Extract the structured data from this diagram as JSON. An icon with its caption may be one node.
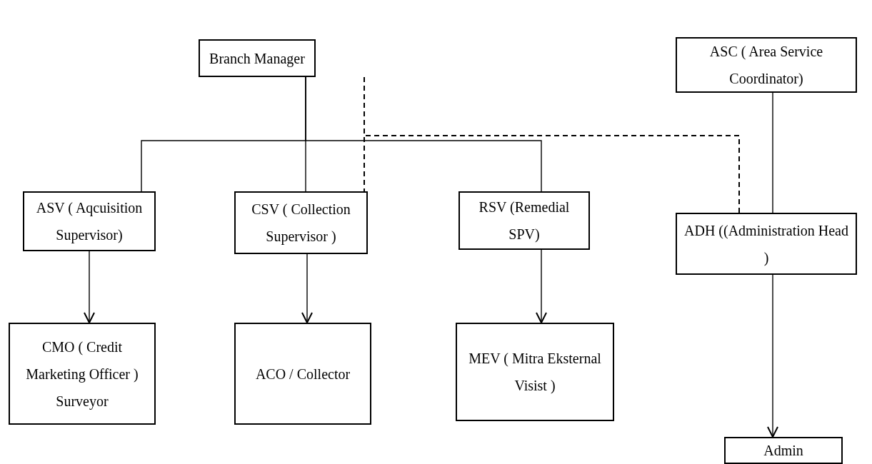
{
  "diagram": {
    "nodes": [
      {
        "text": [
          "Branch Manager"
        ]
      },
      {
        "text": [
          "ASC ( Area Service Coordinator)"
        ]
      },
      {
        "text": [
          "ASV ( Aqcuisition Supervisor)"
        ]
      },
      {
        "text": [
          "CSV ( Collection Supervisor )"
        ]
      },
      {
        "text": [
          "RSV (Remedial SPV)"
        ]
      },
      {
        "text": [
          "ADH ((Administration Head )"
        ]
      },
      {
        "text": [
          "CMO ( Credit Marketing Officer ) Surveyor"
        ]
      },
      {
        "text": [
          "ACO / Collector"
        ]
      },
      {
        "text": [
          "MEV ( Mitra Eksternal Visist )"
        ]
      },
      {
        "text": [
          "Admin"
        ]
      }
    ],
    "edges": [
      {
        "from": 0,
        "to": 2,
        "arrow": "none"
      },
      {
        "from": 0,
        "to": 3,
        "arrow": "none"
      },
      {
        "from": 0,
        "to": 4,
        "arrow": "none"
      },
      {
        "from": 0,
        "to": 3,
        "arrow": "none",
        "style": "dashed"
      },
      {
        "from": 0,
        "to": 5,
        "arrow": "none",
        "style": "dashed"
      },
      {
        "from": 1,
        "to": 5,
        "arrow": "none"
      },
      {
        "from": 2,
        "to": 6,
        "arrow": "to"
      },
      {
        "from": 3,
        "to": 7,
        "arrow": "to"
      },
      {
        "from": 4,
        "to": 8,
        "arrow": "to"
      },
      {
        "from": 5,
        "to": 9,
        "arrow": "to"
      }
    ]
  }
}
